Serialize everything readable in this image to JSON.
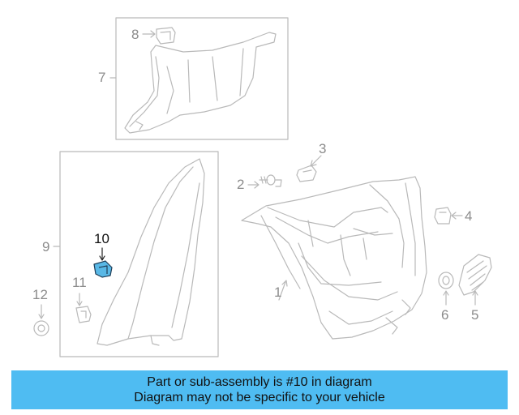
{
  "callouts": {
    "c1": "1",
    "c2": "2",
    "c3": "3",
    "c4": "4",
    "c5": "5",
    "c6": "6",
    "c7": "7",
    "c8": "8",
    "c9": "9",
    "c10": "10",
    "c11": "11",
    "c12": "12"
  },
  "highlight": {
    "part": "10",
    "color": "#59b8e6"
  },
  "banner": {
    "line1": "Part or sub-assembly is #10 in diagram",
    "line2": "Diagram may not be specific to your vehicle",
    "color": "#4fbcf2"
  }
}
